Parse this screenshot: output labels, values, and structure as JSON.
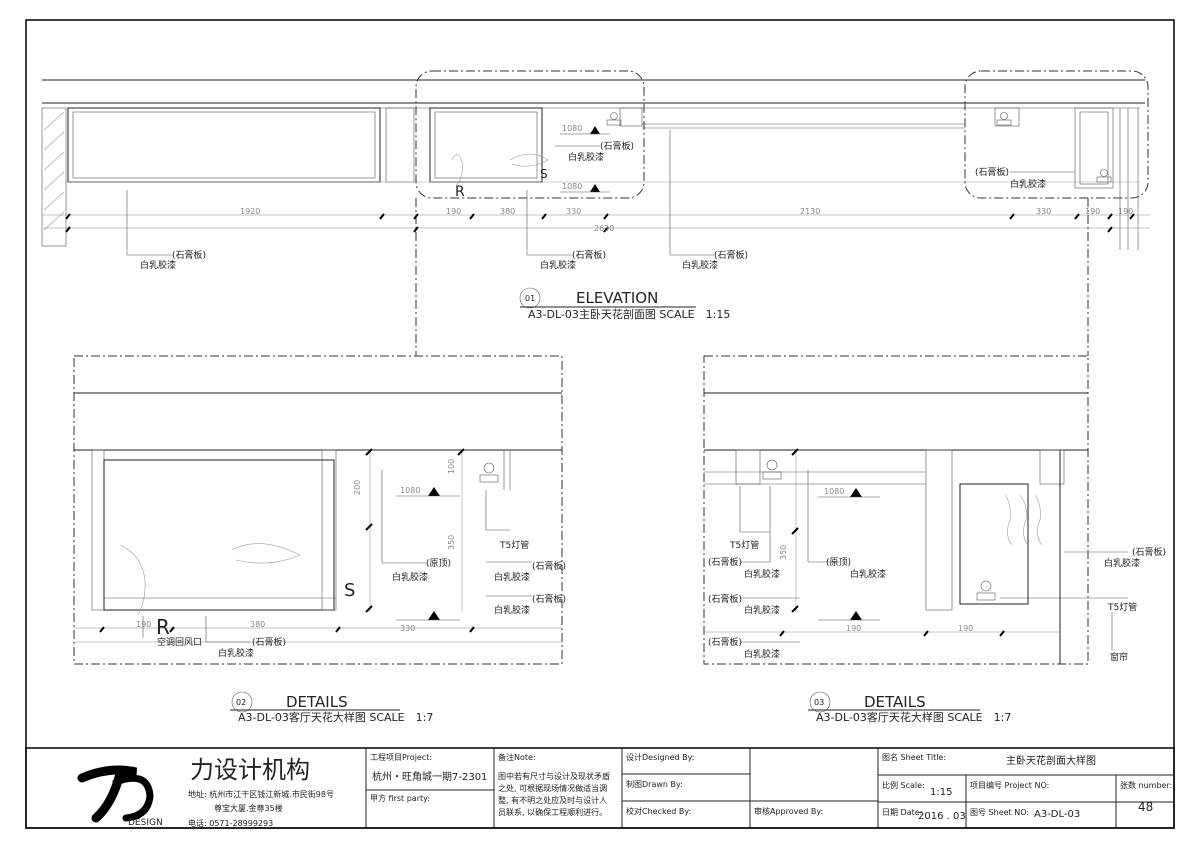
{
  "drawing": {
    "elevation": {
      "number": "01",
      "title": "ELEVATION",
      "subtitle": "A3-DL-03主卧天花剖面图 SCALE　1:15",
      "labels": {
        "finish": "白乳胶漆",
        "board": "(石膏板)"
      },
      "dims": [
        "1920",
        "190",
        "380",
        "330",
        "2130",
        "330",
        "190",
        "190",
        "2630",
        "1080",
        "1080"
      ],
      "symbol_r": "R"
    },
    "detail_left": {
      "number": "02",
      "title": "DETAILS",
      "subtitle": "A3-DL-03客厅天花大样图 SCALE　1:7",
      "labels": {
        "finish": "白乳胶漆",
        "board": "(石膏板)",
        "original_top": "(原顶)",
        "t5": "T5灯管",
        "ac_return": "空调回风口"
      },
      "dims": [
        "200",
        "350",
        "100",
        "190",
        "380",
        "330",
        "1080"
      ],
      "symbol_r": "R"
    },
    "detail_right": {
      "number": "03",
      "title": "DETAILS",
      "subtitle": "A3-DL-03客厅天花大样图 SCALE　1:7",
      "labels": {
        "finish": "白乳胶漆",
        "board": "(石膏板)",
        "original_top": "(原顶)",
        "t5": "T5灯管",
        "curtain": "窗帘"
      },
      "dims": [
        "350",
        "190",
        "190",
        "1080"
      ]
    }
  },
  "title_block": {
    "company": {
      "logo_text": "DESIGN",
      "name": "力设计机构",
      "address_line1": "地址: 杭州市江干区钱江新城.市民街98号",
      "address_line2": "尊宝大厦.金尊35楼",
      "phone": "电话: 0571-28999293"
    },
    "project": {
      "label": "工程项目Project:",
      "value": "杭州・旺角城一期7-2301",
      "party_label": "甲方 first party:"
    },
    "note": {
      "label": "备注Note:",
      "text_lines": [
        "图中若有尺寸与设计及现状矛盾",
        "之处, 可根据现场情况做适当调",
        "整, 有不明之处应及时与设计人",
        "员联系, 以确保工程顺利进行。"
      ]
    },
    "designed_label": "设计Designed By:",
    "drawn_label": "制图Drawn By:",
    "checked_label": "校对Checked By:",
    "approved_label": "审核Approved By:",
    "sheet_title_label": "图名 Sheet Title:",
    "sheet_title_value": "主卧天花剖面大样图",
    "scale_label": "比例 Scale:",
    "scale_value": "1:15",
    "project_no_label": "项目编号 Project NO:",
    "sheet_count_label": "张数 number:",
    "sheet_count_value": "48",
    "date_label": "日期 Date:",
    "date_value": "2016 . 03",
    "sheet_no_label": "图号 Sheet NO:",
    "sheet_no_value": "A3-DL-03"
  }
}
